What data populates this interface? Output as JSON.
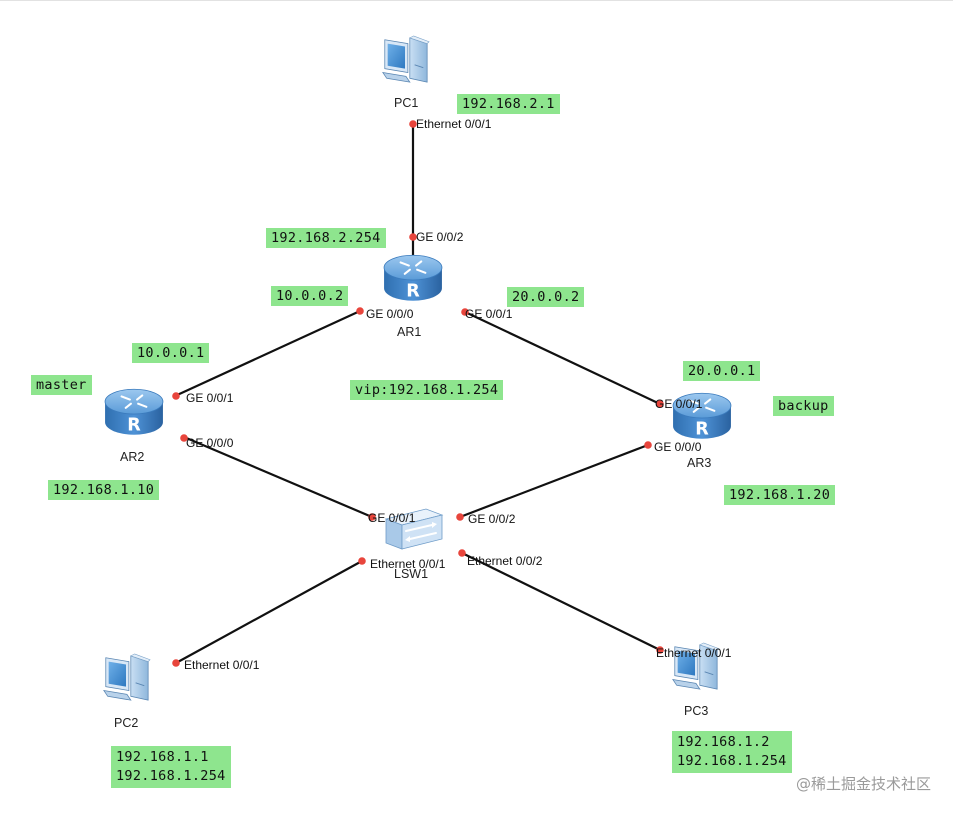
{
  "devices": {
    "pc1": "PC1",
    "ar1": "AR1",
    "ar2": "AR2",
    "ar3": "AR3",
    "lsw1": "LSW1",
    "pc2": "PC2",
    "pc3": "PC3"
  },
  "ports": {
    "pc1_eth": "Ethernet 0/0/1",
    "ar1_ge002": "GE 0/0/2",
    "ar1_ge000": "GE 0/0/0",
    "ar1_ge001": "GE 0/0/1",
    "ar2_ge001": "GE 0/0/1",
    "ar2_ge000": "GE 0/0/0",
    "ar3_ge001": "GE 0/0/1",
    "ar3_ge000": "GE 0/0/0",
    "lsw_ge001": "GE 0/0/1",
    "lsw_ge002": "GE 0/0/2",
    "lsw_eth001": "Ethernet 0/0/1",
    "lsw_eth002": "Ethernet 0/0/2",
    "pc2_eth": "Ethernet 0/0/1",
    "pc3_eth": "Ethernet 0/0/1"
  },
  "labels": {
    "pc1_ip": "192.168.2.1",
    "ar1_ip_pc1_side": "192.168.2.254",
    "ar1_ip_ar2_side": "10.0.0.2",
    "ar1_ip_ar3_side": "20.0.0.2",
    "ar2_ip_ar1_side": "10.0.0.1",
    "ar2_role": "master",
    "vip": "vip:192.168.1.254",
    "ar3_ip_ar1_side": "20.0.0.1",
    "ar3_role": "backup",
    "ar2_ip_lan": "192.168.1.10",
    "ar3_ip_lan": "192.168.1.20",
    "pc2_ip": "192.168.1.1",
    "pc2_gw": "192.168.1.254",
    "pc3_ip": "192.168.1.2",
    "pc3_gw": "192.168.1.254"
  },
  "watermark": "@稀土掘金技术社区",
  "colors": {
    "label_bg": "#8ee58e",
    "port_dot": "#e8453c",
    "link": "#111111",
    "router_blue": "#3a7fc4"
  },
  "icons": {
    "pc": "pc-icon",
    "router": "router-icon",
    "switch": "switch-icon"
  }
}
